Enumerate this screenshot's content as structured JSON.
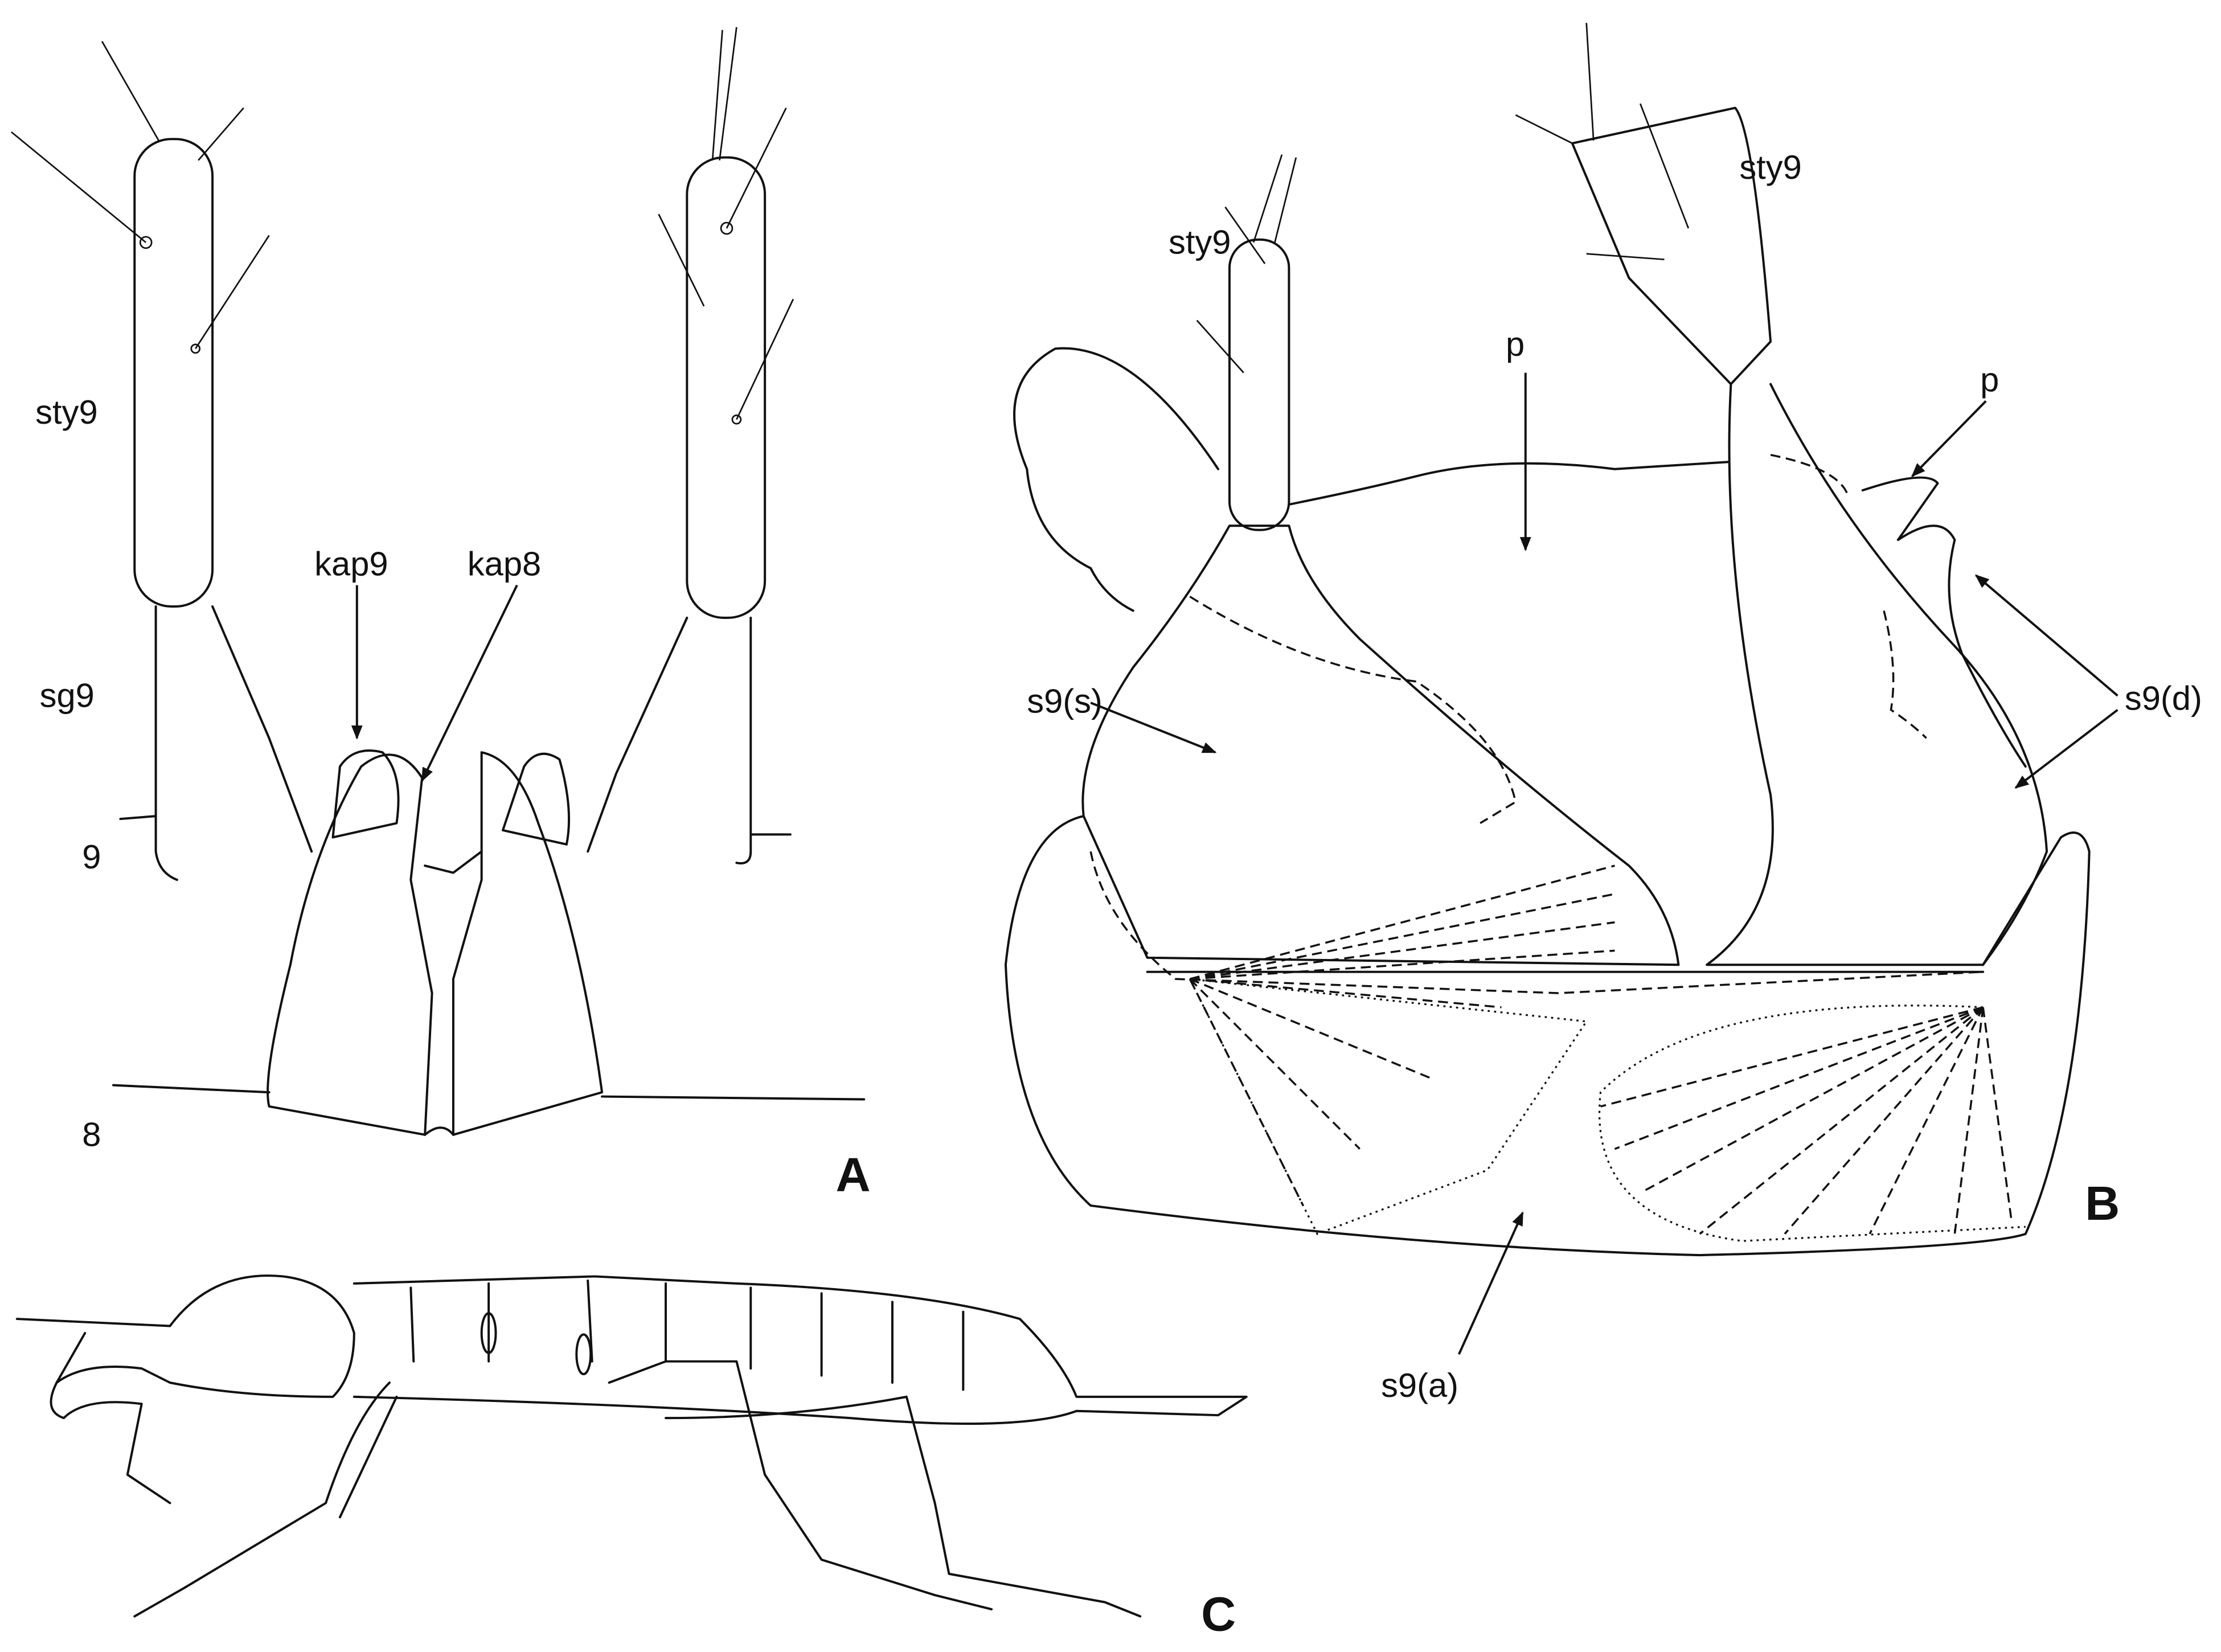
{
  "panels": {
    "A": {
      "label": "A",
      "labels": {
        "sty9": "sty9",
        "sg9": "sg9",
        "kap9": "kap9",
        "kap8": "kap8",
        "seg9": "9",
        "seg8": "8"
      }
    },
    "B": {
      "label": "B",
      "labels": {
        "sty9_left": "sty9",
        "sty9_right": "sty9",
        "p_left": "p",
        "p_right": "p",
        "s9s": "s9(s)",
        "s9d": "s9(d)",
        "s9a": "s9(a)"
      }
    },
    "C": {
      "label": "C"
    }
  }
}
